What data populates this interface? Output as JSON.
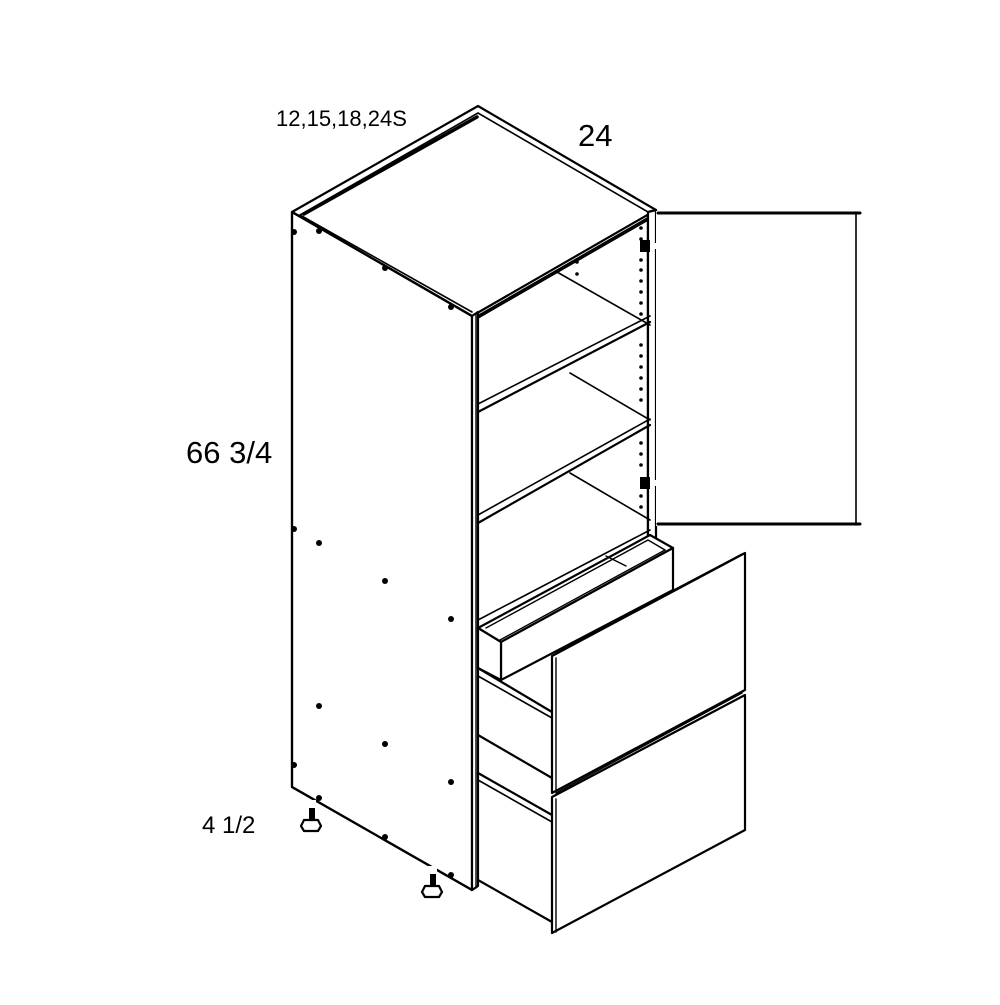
{
  "diagram": {
    "subject": "Tall pantry cabinet with one upper door, two adjustable shelves, one roll-out tray and two drawers",
    "colors": {
      "line": "#000000",
      "fill": "#ffffff",
      "background": "#ffffff"
    }
  },
  "dimensions": {
    "width": "12,15,18,24S",
    "depth": "24",
    "height": "66 3/4",
    "toe_kick": "4 1/2"
  },
  "components": {
    "door_count": 1,
    "hinge_count": 2,
    "shelf_count": 2,
    "rollout_tray_count": 1,
    "drawer_count": 2,
    "leg_levelers": 2
  }
}
